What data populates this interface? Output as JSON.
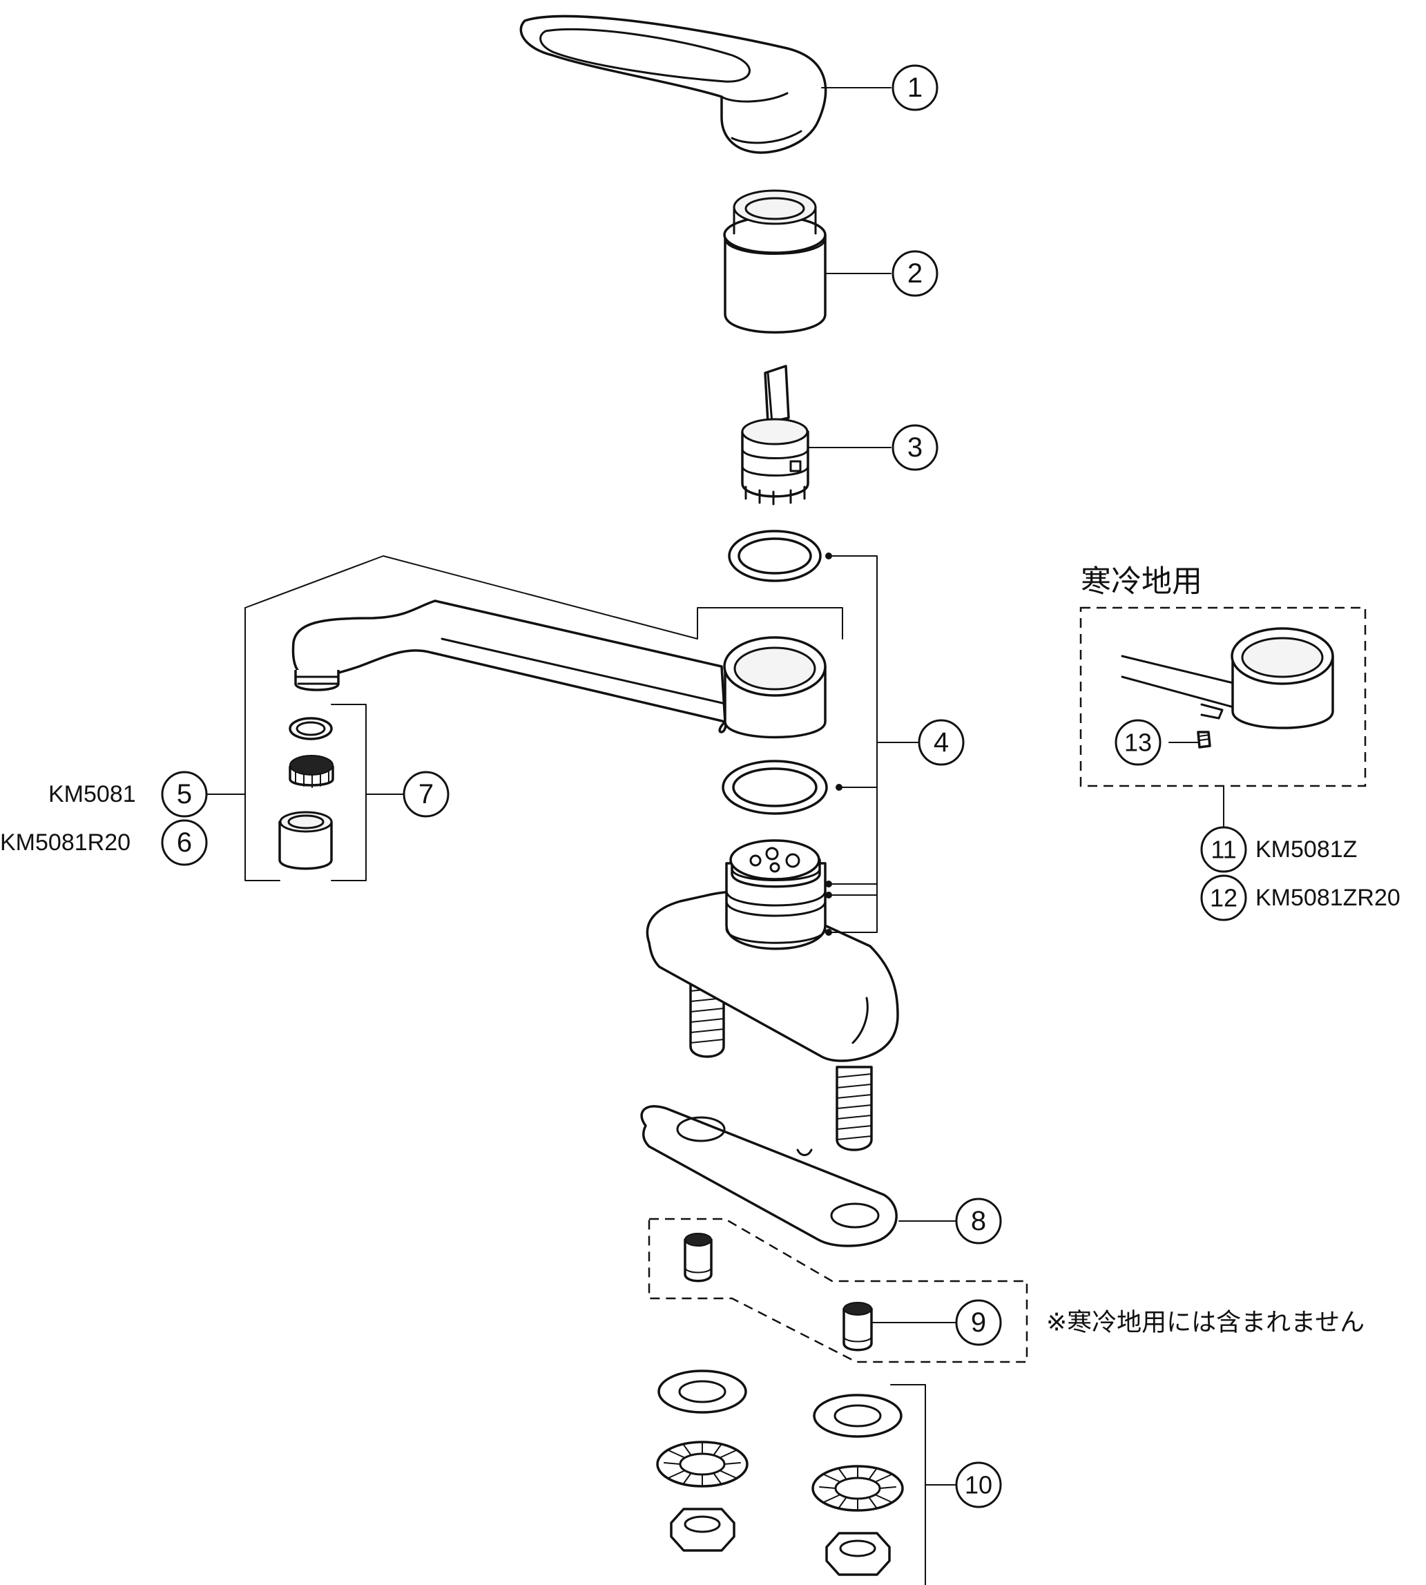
{
  "callouts": {
    "c1": "1",
    "c2": "2",
    "c3": "3",
    "c4": "4",
    "c5": "5",
    "c6": "6",
    "c7": "7",
    "c8": "8",
    "c9": "9",
    "c10": "10",
    "c11": "11",
    "c12": "12",
    "c13": "13"
  },
  "labels": {
    "km5081": "KM5081",
    "km5081r20": "KM5081R20",
    "km5081z": "KM5081Z",
    "km5081zr20": "KM5081ZR20",
    "cold_region_title": "寒冷地用",
    "cold_region_note": "※寒冷地用には含まれません"
  }
}
